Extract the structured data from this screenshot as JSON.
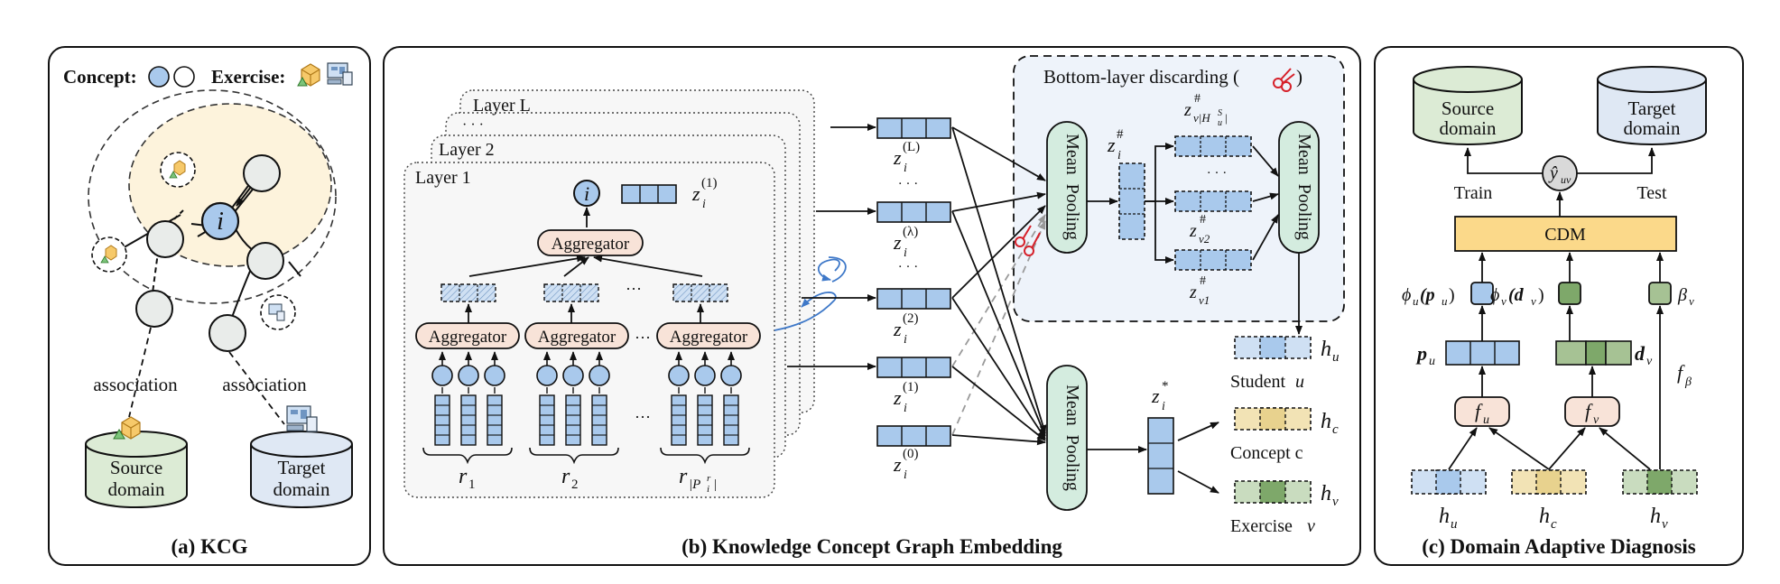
{
  "panel_a": {
    "caption": "(a) KCG",
    "legend_concept": "Concept:",
    "legend_exercise": "Exercise:",
    "center_node": "i",
    "association_left": "association",
    "association_right": "association",
    "source_db_line1": "Source",
    "source_db_line2": "domain",
    "target_db_line1": "Target",
    "target_db_line2": "domain"
  },
  "panel_b": {
    "caption": "(b) Knowledge Concept Graph Embedding",
    "layer_l": "Layer L",
    "layer_2": "Layer 2",
    "layer_1": "Layer 1",
    "layer_dots": "· · ·",
    "node_i": "i",
    "z_i1": "z",
    "z_i1_sub": "i",
    "z_i1_sup": "(1)",
    "aggregator_top": "Aggregator",
    "aggregator_1": "Aggregator",
    "aggregator_2": "Aggregator",
    "aggregator_3": "Aggregator",
    "dots": "···",
    "r1": "r",
    "r1_sub": "1",
    "r2": "r",
    "r2_sub": "2",
    "r3": "r",
    "r3_sub": "|P",
    "r3_sub2": "r",
    "r3_sub3": "i",
    "r3_tail": "|",
    "zL": "z",
    "zL_sub": "i",
    "zL_sup": "(L)",
    "zlambda_sup": "(λ)",
    "z2_sup": "(2)",
    "z1_sup": "(1)",
    "z0_sup": "(0)",
    "vdots": "· · ·",
    "discard_title": "Bottom-layer discarding (",
    "discard_title_end": ")",
    "mean_pooling_1": "Mean  Pooling",
    "mean_pooling_2": "Mean  Pooling",
    "mean_pooling_3": "Mean  Pooling",
    "z_hash": "z",
    "z_hash_sub": "i",
    "z_hash_sup": "#",
    "zv_top": "z",
    "zv_top_sup": "#",
    "zv_top_sub": "v|H",
    "zv_top_subsup": "S",
    "zv_top_subsub": "u",
    "zv_top_tail": "|",
    "zv2": "z",
    "zv2_sup": "#",
    "zv2_sub": "v2",
    "zv1": "z",
    "zv1_sup": "#",
    "zv1_sub": "v1",
    "z_star": "z",
    "z_star_sub": "i",
    "z_star_sup": "*",
    "h_u": "h",
    "h_u_sub": "u",
    "h_c": "h",
    "h_c_sub": "c",
    "h_v": "h",
    "h_v_sub": "v",
    "student_label": "Student ",
    "student_var": "u",
    "concept_label": "Concept c",
    "exercise_label": "Exercise ",
    "exercise_var": "v"
  },
  "panel_c": {
    "caption": "(c) Domain Adaptive Diagnosis",
    "source_line1": "Source",
    "source_line2": "domain",
    "target_line1": "Target",
    "target_line2": "domain",
    "y_hat": "ŷ",
    "y_hat_sub": "uv",
    "train": "Train",
    "test": "Test",
    "cdm": "CDM",
    "phi_u": "ϕ",
    "phi_u_sub": "u",
    "phi_u_arg": "(p",
    "phi_u_arg_sub": "u",
    "phi_u_close": ")",
    "phi_v": "ϕ",
    "phi_v_sub": "v",
    "phi_v_arg": "(d",
    "phi_v_arg_sub": "v",
    "phi_v_close": ")",
    "beta_v": "β",
    "beta_v_sub": "v",
    "p_u": "p",
    "p_u_sub": "u",
    "d_v": "d",
    "d_v_sub": "v",
    "f_beta": "f",
    "f_beta_sub": "β",
    "f_u": "f",
    "f_u_sub": "u",
    "f_v": "f",
    "f_v_sub": "v",
    "h_u": "h",
    "h_u_sub": "u",
    "h_c": "h",
    "h_c_sub": "c",
    "h_v": "h",
    "h_v_sub": "v"
  },
  "colors": {
    "blue_fill": "#a9c9ec",
    "blue_light": "#cfe0f3",
    "green_fill": "#dcebd5",
    "green_dark": "#7ea86a",
    "yellow_fill": "#e8d28e",
    "cream": "#fdf3dc",
    "peach": "#f8e3d8",
    "cdm_fill": "#fbd98a",
    "mint": "#d4ecdf",
    "accent_red": "#d6202a",
    "arrow_blue": "#3e78c8"
  }
}
